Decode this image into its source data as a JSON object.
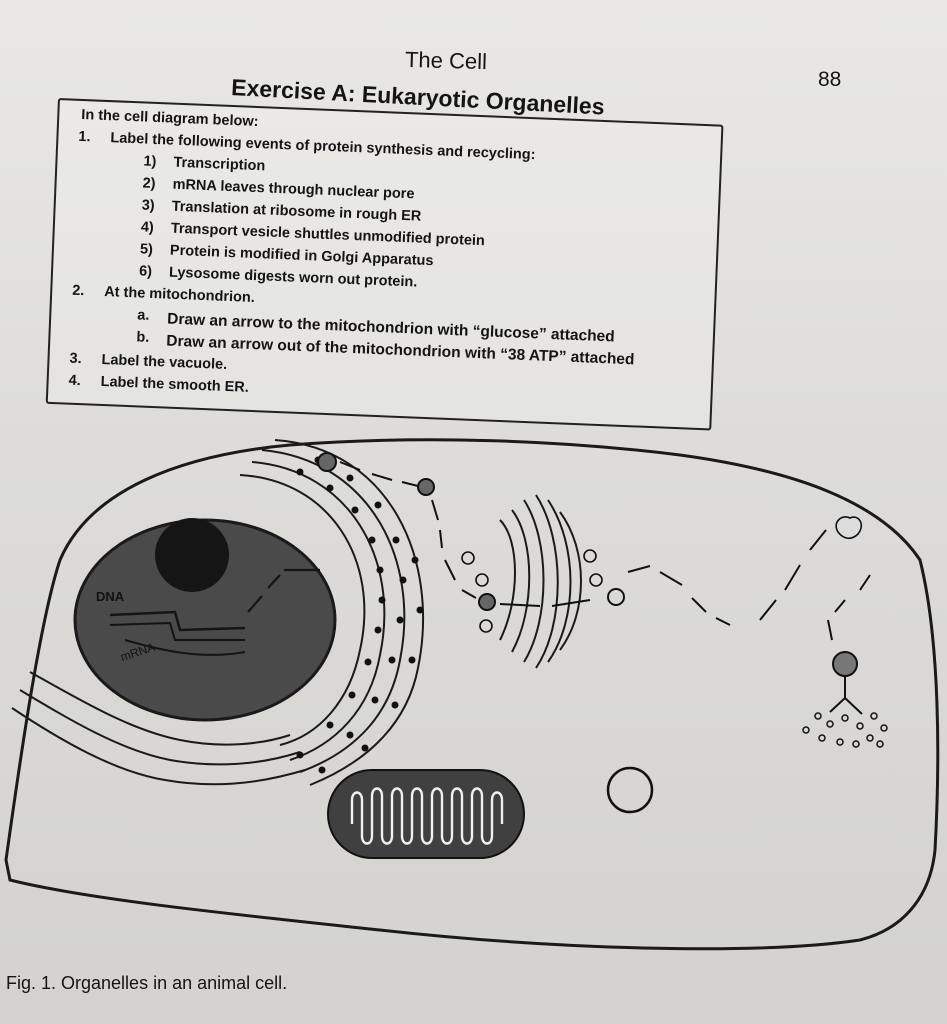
{
  "header": {
    "title": "The Cell",
    "page_number": "88"
  },
  "exercise": {
    "title": "Exercise A: Eukaryotic Organelles"
  },
  "instructions": {
    "intro": "In the cell diagram below:",
    "item1": {
      "number": "1.",
      "text": "Label the following events of protein synthesis and recycling:"
    },
    "events": [
      {
        "number": "1)",
        "text": "Transcription"
      },
      {
        "number": "2)",
        "text": "mRNA leaves through nuclear pore"
      },
      {
        "number": "3)",
        "text": "Translation at ribosome in rough ER"
      },
      {
        "number": "4)",
        "text": "Transport vesicle shuttles unmodified protein"
      },
      {
        "number": "5)",
        "text": "Protein is modified in Golgi Apparatus"
      },
      {
        "number": "6)",
        "text": "Lysosome digests worn out protein."
      }
    ],
    "item2": {
      "number": "2.",
      "text": "At the mitochondrion."
    },
    "sub": [
      {
        "letter": "a.",
        "text": "Draw an arrow to the mitochondrion with “glucose” attached"
      },
      {
        "letter": "b.",
        "text": "Draw an arrow out of the mitochondrion with “38 ATP” attached"
      }
    ],
    "item3": {
      "number": "3.",
      "text": "Label the vacuole."
    },
    "item4": {
      "number": "4.",
      "text": "Label the smooth ER."
    }
  },
  "diagram": {
    "dna_label": "DNA",
    "mrna_label": "mRNA"
  },
  "figure": {
    "caption": "Fig. 1. Organelles in an animal cell."
  }
}
